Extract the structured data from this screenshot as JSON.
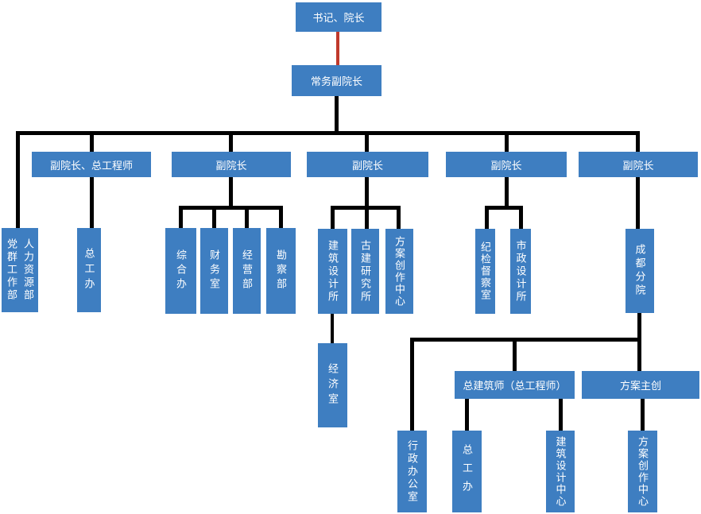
{
  "colors": {
    "node_fill": "#3E7EC1",
    "node_text": "#FFFFFF",
    "connector": "#000000",
    "highlight_connector": "#C0392B"
  },
  "org_chart": {
    "level1": {
      "secretary_president": "书记、院长"
    },
    "level2": {
      "executive_vice_president": "常务副院长"
    },
    "level3": {
      "vp_chief_engineer": "副院长、总工程师",
      "vp_2": "副院长",
      "vp_3": "副院长",
      "vp_4": "副院长",
      "vp_5": "副院长"
    },
    "level4": {
      "party_mass_dept": "党群工作部",
      "hr_dept": "人力资源部",
      "chief_engineer_office": "总工办",
      "general_affairs_office": "综合办",
      "finance_office": "财务室",
      "business_dept": "经营部",
      "survey_dept": "勘察部",
      "architectural_design_institute": "建筑设计所",
      "ancient_architecture_research_institute": "古建研究所",
      "scheme_creation_center": "方案创作中心",
      "discipline_inspection_office": "纪检督察室",
      "municipal_design_institute": "市政设计所",
      "chengdu_branch": "成都分院"
    },
    "level5": {
      "economy_office": "经济室",
      "chief_architect": "总建筑师（总工程师）",
      "scheme_lead": "方案主创"
    },
    "level6": {
      "admin_office": "行政办公室",
      "branch_chief_engineer_office": "总工办",
      "architectural_design_center": "建筑设计中心",
      "branch_scheme_creation_center": "方案创作中心"
    }
  }
}
